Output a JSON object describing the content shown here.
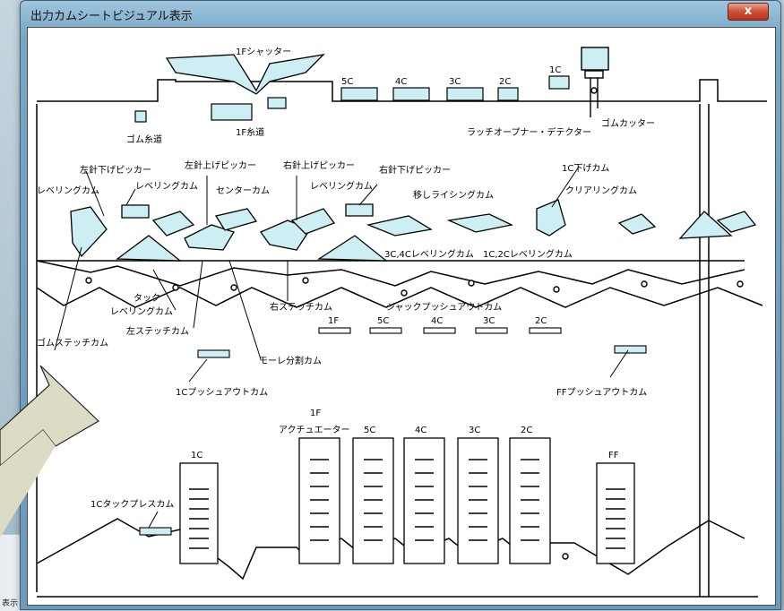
{
  "window": {
    "title": "出力カムシートビジュアル表示",
    "close_label": "x"
  },
  "background_window": {
    "partial_text": "表示"
  },
  "diagram": {
    "labels": {
      "f1_shutter": "1Fシャッター",
      "c5": "5C",
      "c4": "4C",
      "c3": "3C",
      "c2": "2C",
      "c1": "1C",
      "gum_thread": "ゴム糸道",
      "f1_thread": "1F糸道",
      "latch_opener": "ラッチオープナー・デテクター",
      "gum_cutter": "ゴムカッター",
      "left_lower_picker": "左針下げピッカー",
      "left_raise_picker": "左針上げピッカー",
      "right_raise_picker": "右針上げピッカー",
      "right_lower_picker": "右針下げピッカー",
      "c1_lower_cam": "1C下げカム",
      "clearing_cam": "クリアリングカム",
      "leveling_cam_1": "レベリングカム",
      "leveling_cam_2": "レベリングカム",
      "center_cam": "センターカム",
      "leveling_cam_3": "レベリングカム",
      "transfer_rising_cam": "移しライシングカム",
      "c34_leveling_cam": "3C,4Cレベリングカム",
      "c12_leveling_cam": "1C,2Cレベリングカム",
      "tuck_leveling_cam_1": "タック",
      "tuck_leveling_cam_2": "レベリングカム",
      "right_stitch_cam": "右ステッチカム",
      "jack_pushout_cam": "ジャックプッシュアウトカム",
      "left_stitch_cam": "左ステッチカム",
      "gum_stitch_cam": "ゴムステッチカム",
      "mole_split_cam": "モーレ分割カム",
      "c1_pushout_cam": "1Cプッシュアウトカム",
      "ff_pushout_cam": "FFプッシュアウトカム",
      "row_1f": "1F",
      "row_5c": "5C",
      "row_4c": "4C",
      "row_3c": "3C",
      "row_2c": "2C",
      "act_1f": "1F",
      "actuator": "アクチュエーター",
      "act_5c": "5C",
      "act_4c": "4C",
      "act_3c": "3C",
      "act_2c": "2C",
      "act_1c": "1C",
      "act_ff": "FF",
      "c1_tuck_press_cam": "1Cタックプレスカム"
    },
    "colors": {
      "highlight": "#cdeef3",
      "line": "#000000",
      "callout_fill": "#dcdcc4"
    }
  }
}
